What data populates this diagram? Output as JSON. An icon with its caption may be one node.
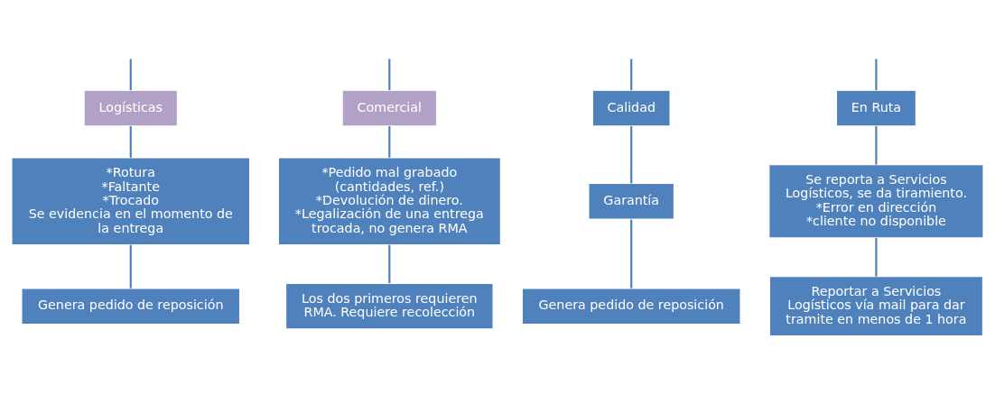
{
  "diagram": {
    "nodes": [
      {
        "text": [
          "Logísticas"
        ]
      },
      {
        "text": [
          "Comercial"
        ]
      },
      {
        "text": [
          "Calidad"
        ]
      },
      {
        "text": [
          "En Ruta"
        ]
      },
      {
        "text": [
          "*Rotura",
          "*Faltante",
          "*Trocado",
          "Se evidencia en el momento de la entrega"
        ]
      },
      {
        "text": [
          "*Pedido mal grabado (cantidades, ref.)",
          "*Devolución de dinero.",
          "*Legalización de una entrega trocada, no genera RMA"
        ]
      },
      {
        "text": [
          "Garantía"
        ]
      },
      {
        "text": [
          "Se reporta a Servicios Logísticos, se da tiramiento.",
          "*Error en dirección",
          "*cliente no disponible"
        ]
      },
      {
        "text": [
          "Genera pedido de reposición"
        ]
      },
      {
        "text": [
          "Los dos primeros requieren RMA. Requiere recolección"
        ]
      },
      {
        "text": [
          "Genera pedido de reposición"
        ]
      },
      {
        "text": [
          "Reportar a Servicios Logísticos vía mail para dar tramite en menos de 1 hora"
        ]
      }
    ],
    "edges": [
      {
        "from": null,
        "to": 0,
        "arrow": "none"
      },
      {
        "from": null,
        "to": 1,
        "arrow": "none"
      },
      {
        "from": null,
        "to": 2,
        "arrow": "none"
      },
      {
        "from": null,
        "to": 3,
        "arrow": "none"
      },
      {
        "from": 0,
        "to": 4,
        "arrow": "none"
      },
      {
        "from": 1,
        "to": 5,
        "arrow": "none"
      },
      {
        "from": 2,
        "to": 6,
        "arrow": "none"
      },
      {
        "from": 3,
        "to": 7,
        "arrow": "none"
      },
      {
        "from": 4,
        "to": 8,
        "arrow": "none"
      },
      {
        "from": 5,
        "to": 9,
        "arrow": "none"
      },
      {
        "from": 6,
        "to": 10,
        "arrow": "none"
      },
      {
        "from": 7,
        "to": 11,
        "arrow": "none"
      }
    ]
  }
}
